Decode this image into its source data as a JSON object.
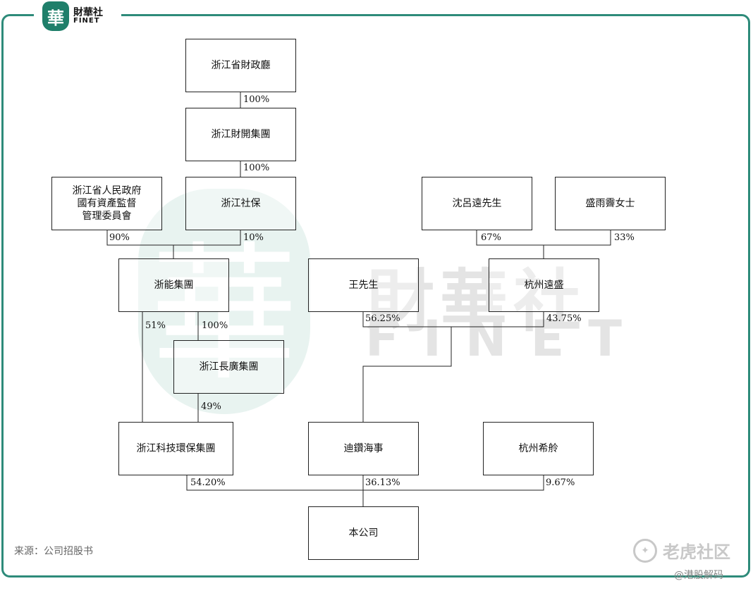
{
  "brand": {
    "badge": "華",
    "name_cn": "財華社",
    "name_en": "FINET"
  },
  "watermark": {
    "badge": "華",
    "name_cn": "財華社",
    "name_en": "FINET"
  },
  "entities": {
    "zj_finance_dept": "浙江省財政廳",
    "zj_caikai_group": "浙江財開集團",
    "zj_sasac": "浙江省人民政府\n國有資產監督\n管理委員會",
    "zj_social_security": "浙江社保",
    "shen_lvyuan": "沈呂遠先生",
    "sheng_yuji": "盛雨霽女士",
    "zheneng_group": "浙能集團",
    "mr_wang": "王先生",
    "hz_yuansheng": "杭州遠盛",
    "zj_changguang": "浙江長廣集團",
    "zj_tech_env": "浙江科技環保集團",
    "dizuan_haishi": "迪鑽海事",
    "hz_xiling": "杭州希舲",
    "company": "本公司"
  },
  "percentages": {
    "finance_to_caikai": "100%",
    "caikai_to_social": "100%",
    "sasac_to_zheneng": "90%",
    "social_to_zheneng": "10%",
    "shen_to_yuansheng": "67%",
    "sheng_to_yuansheng": "33%",
    "zheneng_to_tech": "51%",
    "zheneng_to_changguang": "100%",
    "wang_to_dizuan": "56.25%",
    "yuansheng_to_dizuan": "43.75%",
    "changguang_to_tech": "49%",
    "tech_to_company": "54.20%",
    "dizuan_to_company": "36.13%",
    "xiling_to_company": "9.67%"
  },
  "footer": {
    "source": "来源：公司招股书",
    "tiger_icon": "tiger-head-icon",
    "tiger_name": "老虎社区",
    "tag": "@港股解码"
  },
  "colors": {
    "frame": "#2e8b7a",
    "brand": "#1f7f6a",
    "line": "#222222"
  }
}
